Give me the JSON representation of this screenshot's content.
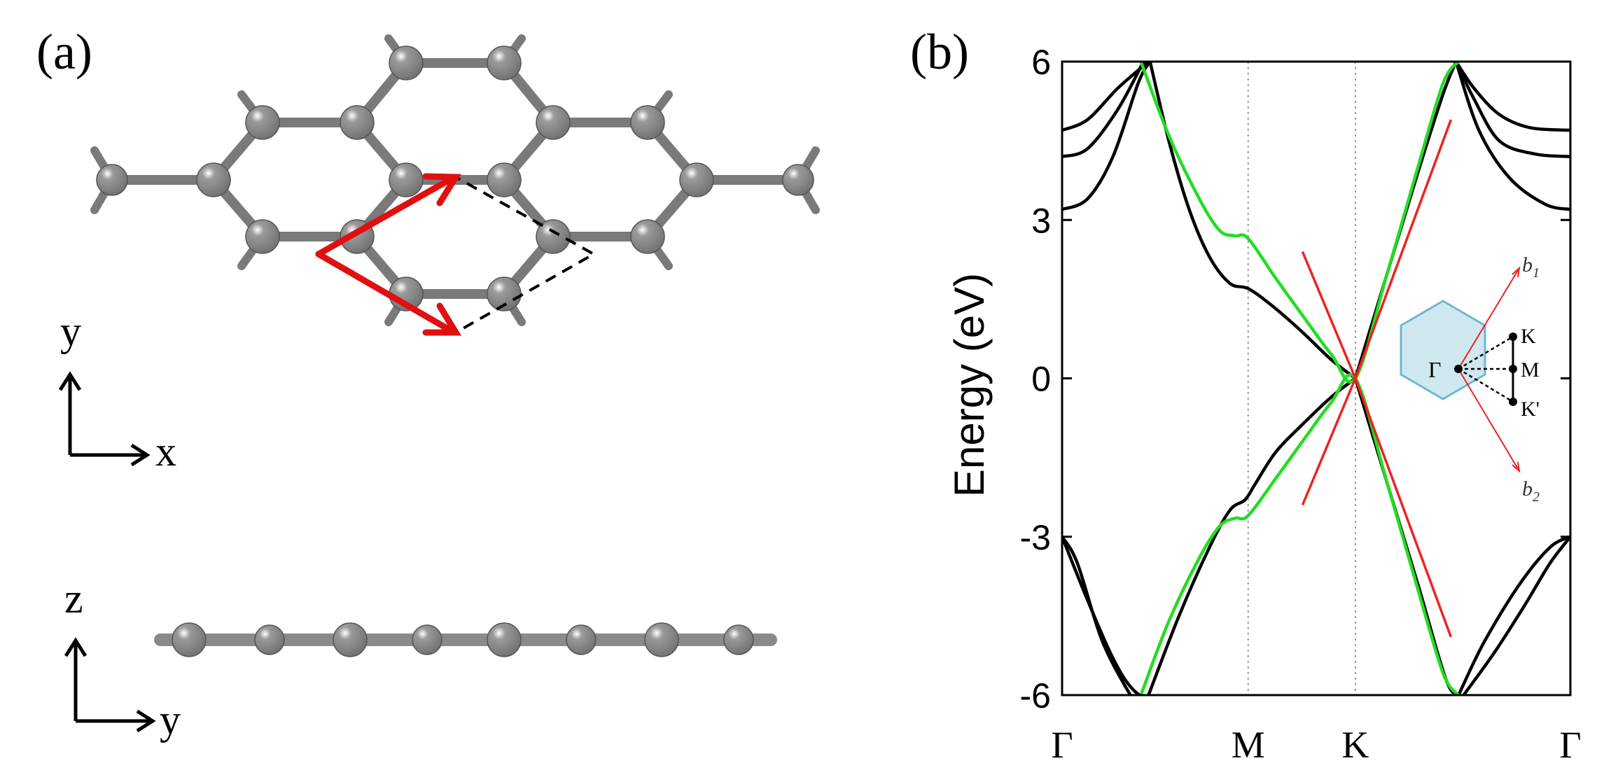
{
  "panel_a": {
    "label": "(a)",
    "top_view_axes": {
      "vertical": "y",
      "horizontal": "x"
    },
    "side_view_axes": {
      "vertical": "z",
      "horizontal": "y"
    },
    "colors": {
      "atom": "#707070",
      "bond": "#7a7a7a",
      "lattice_vector": "#e01010",
      "cell": "#000000"
    }
  },
  "panel_b": {
    "label": "(b)",
    "chart_data": {
      "type": "line",
      "title": "",
      "xlabel": "",
      "ylabel": "Energy (eV)",
      "ylim": [
        -6,
        6
      ],
      "yticks": [
        -6,
        -3,
        0,
        3,
        6
      ],
      "ytick_labels": [
        "-6",
        "-3",
        "0",
        "3",
        "6"
      ],
      "xlim": [
        0,
        1
      ],
      "kpoints": [
        {
          "label": "Γ",
          "x": 0.0
        },
        {
          "label": "M",
          "x": 0.366
        },
        {
          "label": "K",
          "x": 0.577
        },
        {
          "label": "Γ",
          "x": 1.0
        }
      ],
      "grid": false,
      "series": [
        {
          "style": "black-band",
          "color": "#000000",
          "points": [
            [
              0,
              -3
            ],
            [
              0.03,
              -3.5
            ],
            [
              0.08,
              -5
            ],
            [
              0.14,
              -6.1
            ]
          ]
        },
        {
          "style": "black-band",
          "color": "#000000",
          "points": [
            [
              0,
              -3
            ],
            [
              0.05,
              -4.2
            ],
            [
              0.1,
              -5.3
            ],
            [
              0.14,
              -5.9
            ],
            [
              0.19,
              -6.2
            ]
          ]
        },
        {
          "style": "black-band",
          "color": "#000000",
          "points": [
            [
              0,
              4.7
            ],
            [
              0.05,
              4.9
            ],
            [
              0.11,
              5.5
            ],
            [
              0.17,
              6.0
            ]
          ]
        },
        {
          "style": "black-band",
          "color": "#000000",
          "points": [
            [
              0,
              4.2
            ],
            [
              0.05,
              4.35
            ],
            [
              0.11,
              5.1
            ],
            [
              0.16,
              6.0
            ]
          ]
        },
        {
          "style": "black-band",
          "color": "#000000",
          "points": [
            [
              0,
              3.2
            ],
            [
              0.05,
              3.4
            ],
            [
              0.1,
              4.2
            ],
            [
              0.15,
              5.6
            ],
            [
              0.173,
              6.0
            ]
          ]
        },
        {
          "style": "black-band",
          "color": "#000000",
          "points": [
            [
              0.173,
              6.0
            ],
            [
              0.21,
              4.5
            ],
            [
              0.25,
              3.2
            ],
            [
              0.29,
              2.3
            ],
            [
              0.33,
              1.8
            ],
            [
              0.366,
              1.7
            ],
            [
              0.41,
              1.4
            ],
            [
              0.47,
              0.9
            ],
            [
              0.53,
              0.35
            ],
            [
              0.577,
              0
            ]
          ]
        },
        {
          "style": "black-band",
          "color": "#000000",
          "points": [
            [
              0.577,
              0
            ],
            [
              0.53,
              -0.35
            ],
            [
              0.47,
              -0.9
            ],
            [
              0.42,
              -1.4
            ],
            [
              0.38,
              -2.0
            ],
            [
              0.36,
              -2.3
            ],
            [
              0.33,
              -2.5
            ],
            [
              0.29,
              -3.2
            ],
            [
              0.23,
              -4.5
            ],
            [
              0.17,
              -6.0
            ]
          ]
        },
        {
          "style": "black-band",
          "color": "#000000",
          "points": [
            [
              0.577,
              0
            ],
            [
              0.64,
              -2
            ],
            [
              0.7,
              -3.9
            ],
            [
              0.755,
              -5.7
            ],
            [
              0.78,
              -6.0
            ]
          ]
        },
        {
          "style": "black-band",
          "color": "#000000",
          "points": [
            [
              0.577,
              0
            ],
            [
              0.64,
              2
            ],
            [
              0.7,
              3.9
            ],
            [
              0.75,
              5.4
            ],
            [
              0.775,
              6.0
            ]
          ]
        },
        {
          "style": "black-band",
          "color": "#000000",
          "points": [
            [
              0.775,
              6.0
            ],
            [
              0.81,
              5.5
            ],
            [
              0.86,
              5.0
            ],
            [
              0.92,
              4.75
            ],
            [
              1.0,
              4.7
            ]
          ]
        },
        {
          "style": "black-band",
          "color": "#000000",
          "points": [
            [
              0.775,
              6.0
            ],
            [
              0.81,
              5.3
            ],
            [
              0.86,
              4.5
            ],
            [
              0.93,
              4.25
            ],
            [
              1.0,
              4.2
            ]
          ]
        },
        {
          "style": "black-band",
          "color": "#000000",
          "points": [
            [
              0.775,
              6.0
            ],
            [
              0.82,
              4.7
            ],
            [
              0.88,
              3.8
            ],
            [
              0.95,
              3.3
            ],
            [
              1.0,
              3.2
            ]
          ]
        },
        {
          "style": "black-band",
          "color": "#000000",
          "points": [
            [
              0.78,
              -6.0
            ],
            [
              0.83,
              -5
            ],
            [
              0.9,
              -3.9
            ],
            [
              0.96,
              -3.2
            ],
            [
              1.0,
              -3.0
            ]
          ]
        },
        {
          "style": "black-band",
          "color": "#000000",
          "points": [
            [
              0.79,
              -6.0
            ],
            [
              0.85,
              -5.2
            ],
            [
              0.91,
              -4.3
            ],
            [
              0.96,
              -3.5
            ],
            [
              1.0,
              -3.0
            ]
          ]
        },
        {
          "style": "green-band",
          "color": "#22dd22",
          "points": [
            [
              0.155,
              6.0
            ],
            [
              0.21,
              4.6
            ],
            [
              0.27,
              3.4
            ],
            [
              0.31,
              2.8
            ],
            [
              0.34,
              2.7
            ],
            [
              0.366,
              2.65
            ],
            [
              0.42,
              1.9
            ],
            [
              0.48,
              1.1
            ],
            [
              0.53,
              0.45
            ],
            [
              0.577,
              0
            ],
            [
              0.64,
              2
            ],
            [
              0.7,
              4.0
            ],
            [
              0.75,
              5.6
            ],
            [
              0.78,
              6.0
            ]
          ]
        },
        {
          "style": "green-band",
          "color": "#22dd22",
          "points": [
            [
              0.155,
              -6.0
            ],
            [
              0.21,
              -4.6
            ],
            [
              0.27,
              -3.4
            ],
            [
              0.31,
              -2.8
            ],
            [
              0.34,
              -2.65
            ],
            [
              0.366,
              -2.6
            ],
            [
              0.42,
              -1.9
            ],
            [
              0.48,
              -1.1
            ],
            [
              0.53,
              -0.45
            ],
            [
              0.577,
              0
            ],
            [
              0.64,
              -2
            ],
            [
              0.7,
              -4.0
            ],
            [
              0.75,
              -5.6
            ],
            [
              0.78,
              -6.0
            ]
          ]
        },
        {
          "style": "red-dirac",
          "color": "#ee2222",
          "points": [
            [
              0.473,
              2.4
            ],
            [
              0.577,
              0
            ],
            [
              0.765,
              -4.9
            ]
          ]
        },
        {
          "style": "red-dirac",
          "color": "#ee2222",
          "points": [
            [
              0.473,
              -2.4
            ],
            [
              0.577,
              0
            ],
            [
              0.765,
              4.9
            ]
          ]
        }
      ],
      "inset": {
        "labels": {
          "gamma": "Γ",
          "K": "K",
          "M": "M",
          "Kprime": "K'",
          "b1": "b",
          "b1_sub": "1",
          "b2": "b",
          "b2_sub": "2"
        },
        "fill_color": "#cfe8f0"
      }
    }
  }
}
